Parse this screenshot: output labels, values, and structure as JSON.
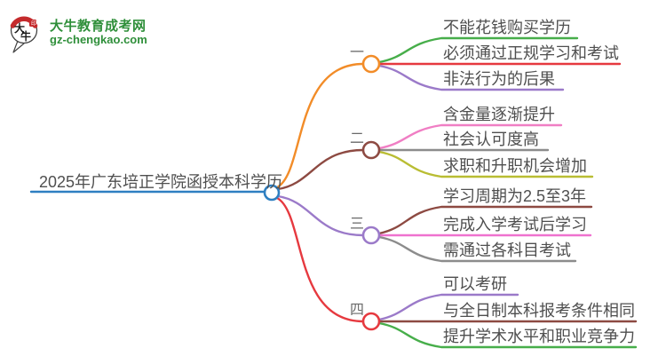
{
  "logo": {
    "title": "大牛教育成考网",
    "domain": "gz-chengkao.com",
    "icon_text_top": "大",
    "icon_text_bottom": "牛",
    "brand_green": "#2f8f3a",
    "brand_red": "#c42a2c"
  },
  "root": {
    "label": "2025年广东培正学院函授本科学历",
    "color": "#2e7fc1"
  },
  "colors": {
    "topic_text": "#4f4f4f",
    "branch_label_gray": "#696969"
  },
  "branches": [
    {
      "label": "一",
      "color": "#f28c28",
      "items": [
        {
          "text": "不能花钱购买学历",
          "color": "#47ae4a"
        },
        {
          "text": "必须通过正规学习和考试",
          "color": "#e6393f"
        },
        {
          "text": "非法行为的后果",
          "color": "#9b7ac9"
        }
      ]
    },
    {
      "label": "二",
      "color": "#8d4a42",
      "items": [
        {
          "text": "含金量逐渐提升",
          "color": "#f07ec4"
        },
        {
          "text": "社会认可度高",
          "color": "#8c8c8c"
        },
        {
          "text": "求职和升职机会增加",
          "color": "#b9bd33"
        }
      ]
    },
    {
      "label": "三",
      "color": "#9b7ac9",
      "items": [
        {
          "text": "学习周期为2.5至3年",
          "color": "#8d4a42"
        },
        {
          "text": "完成入学考试后学习",
          "color": "#ef72cf"
        },
        {
          "text": "需通过各科目考试",
          "color": "#8c8c8c"
        }
      ]
    },
    {
      "label": "四",
      "color": "#e6393f",
      "items": [
        {
          "text": "可以考研",
          "color": "#9b7ac9"
        },
        {
          "text": "与全日制本科报考条件相同",
          "color": "#8d4a42"
        },
        {
          "text": "提升学术水平和职业竞争力",
          "color": "#47ae4a"
        }
      ]
    }
  ]
}
